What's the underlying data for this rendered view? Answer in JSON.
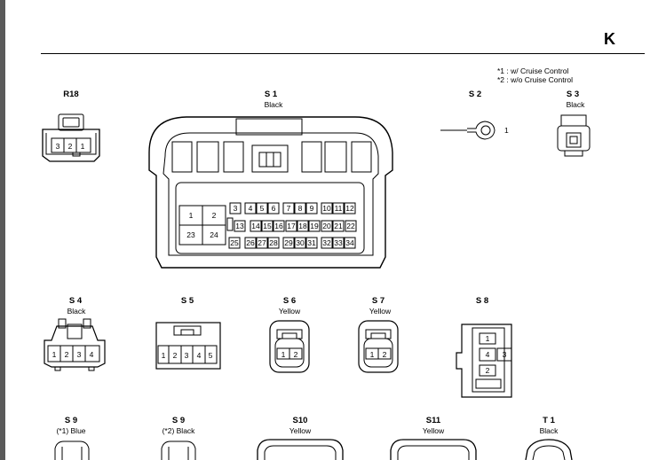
{
  "page_letter": "K",
  "notes": [
    "*1 : w/ Cruise Control",
    "*2 : w/o Cruise Control"
  ],
  "connectors": {
    "r18": {
      "name": "R18",
      "pins": [
        "3",
        "2",
        "1"
      ]
    },
    "s1": {
      "name": "S 1",
      "color": "Black",
      "pins": [
        "1",
        "2",
        "23",
        "24",
        "3",
        "4",
        "5",
        "6",
        "7",
        "8",
        "9",
        "10",
        "11",
        "12",
        "13",
        "14",
        "15",
        "16",
        "17",
        "18",
        "19",
        "20",
        "21",
        "22",
        "25",
        "26",
        "27",
        "28",
        "29",
        "30",
        "31",
        "32",
        "33",
        "34"
      ]
    },
    "s2": {
      "name": "S 2",
      "pin": "1"
    },
    "s3": {
      "name": "S 3",
      "color": "Black"
    },
    "s4": {
      "name": "S 4",
      "color": "Black",
      "pins": [
        "1",
        "2",
        "3",
        "4"
      ]
    },
    "s5": {
      "name": "S 5",
      "pins": [
        "1",
        "2",
        "3",
        "4",
        "5"
      ]
    },
    "s6": {
      "name": "S 6",
      "color": "Yellow",
      "pins": [
        "1",
        "2"
      ]
    },
    "s7": {
      "name": "S 7",
      "color": "Yellow",
      "pins": [
        "1",
        "2"
      ]
    },
    "s8": {
      "name": "S 8",
      "pins": [
        "1",
        "4",
        "3",
        "2"
      ]
    },
    "s9a": {
      "name": "S 9",
      "color": "(*1)  Blue"
    },
    "s9b": {
      "name": "S 9",
      "color": "(*2)  Black"
    },
    "s10": {
      "name": "S10",
      "color": "Yellow"
    },
    "s11": {
      "name": "S11",
      "color": "Yellow"
    },
    "t1": {
      "name": "T 1",
      "color": "Black"
    }
  }
}
